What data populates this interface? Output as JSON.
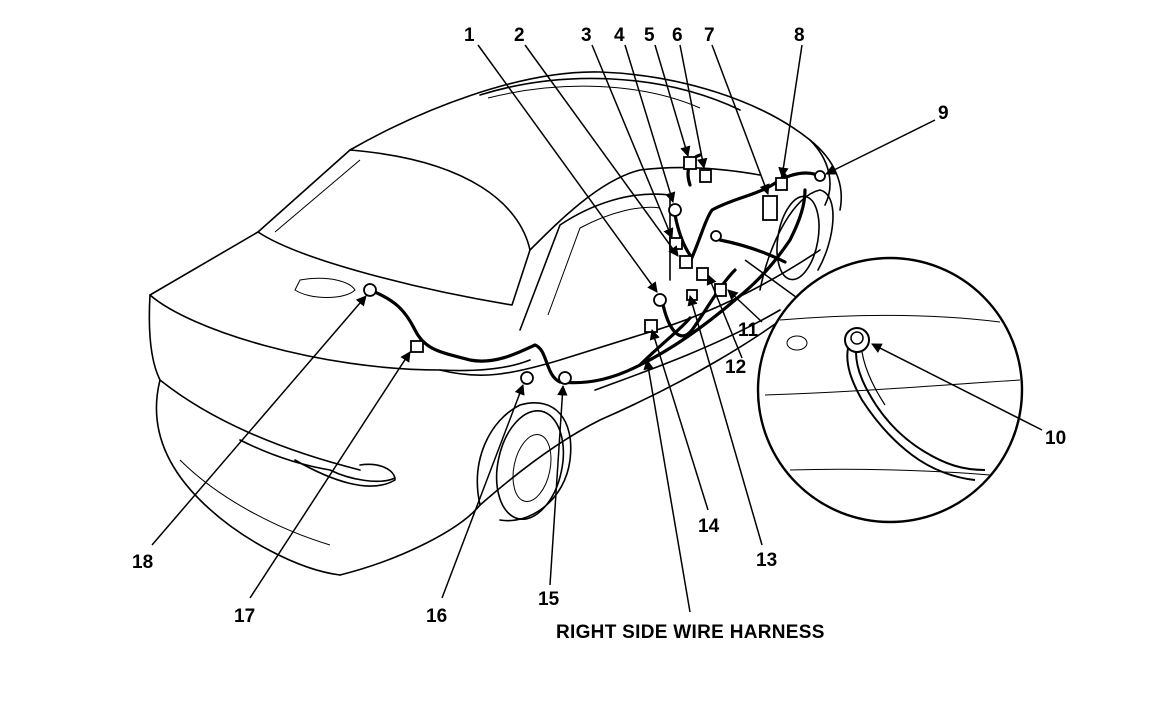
{
  "caption": "RIGHT SIDE WIRE HARNESS",
  "callouts": [
    "1",
    "2",
    "3",
    "4",
    "5",
    "6",
    "7",
    "8",
    "9",
    "10",
    "11",
    "12",
    "13",
    "14",
    "15",
    "16",
    "17",
    "18"
  ]
}
